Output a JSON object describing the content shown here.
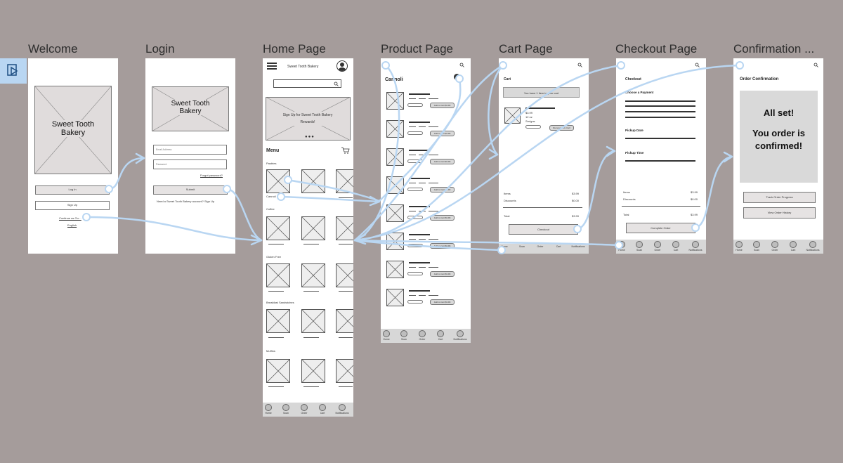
{
  "frames": {
    "welcome": {
      "title": "Welcome",
      "hero": "Sweet Tooth Bakery",
      "login_label": "Log In",
      "signup_label": "Sign Up",
      "guest_link": "Continue as Gu…",
      "language": "English"
    },
    "login": {
      "title": "Login",
      "hero": "Sweet Tooth Bakery",
      "email_placeholder": "Email Address",
      "password_placeholder": "Password",
      "forgot": "Forgot password?",
      "submit_label": "Submit",
      "need_account": "Need a Sweet Tooth Bakery account? Sign Up"
    },
    "home": {
      "title": "Home Page",
      "header": "Sweet Tooth Bakery",
      "banner": "Sign Up for Sweet Tooth Bakery Rewards!",
      "menu_heading": "Menu",
      "sections": [
        "Pastries",
        "Coffee",
        "Gluten Free",
        "Breakfast Sandwiches",
        "Muffins"
      ],
      "first_item": "Cannoli"
    },
    "product": {
      "title": "Product Page",
      "heading": "Cannoli",
      "add_label": "Add to Cart $3.99"
    },
    "cart": {
      "title": "Cart Page",
      "heading": "Cart",
      "banner": "You have 1 item in your cart",
      "item_price": "$3.99",
      "item_sub": "12 oz",
      "item_size": "Sm/gns",
      "remove_label": "Remove from Cart",
      "summary": [
        {
          "label": "Items",
          "value": "$3.99"
        },
        {
          "label": "Discounts",
          "value": "$0.00"
        },
        {
          "label": "Total",
          "value": "$3.99"
        }
      ],
      "checkout_label": "Checkout"
    },
    "checkout": {
      "title": "Checkout Page",
      "heading": "Checkout",
      "payment": "Choose a Payment",
      "pickup_date": "Pickup Date",
      "pickup_time": "Pickup Time",
      "summary": [
        {
          "label": "Items",
          "value": "$3.99"
        },
        {
          "label": "Discounts",
          "value": "$0.00"
        },
        {
          "label": "Total",
          "value": "$3.99"
        }
      ],
      "complete_label": "Complete Order"
    },
    "confirmation": {
      "title": "Confirmation ...",
      "heading": "Order Confirmation",
      "line1": "All set!",
      "line2": "You order is confirmed!",
      "track_label": "Track Order Progress",
      "history_label": "View Order History"
    }
  },
  "navbar": [
    "Home",
    "Scan",
    "Order",
    "Cart",
    "Notifications"
  ],
  "colors": {
    "canvas": "#a59c9b",
    "wire": "#b9d6f2",
    "frame": "#ffffff"
  }
}
